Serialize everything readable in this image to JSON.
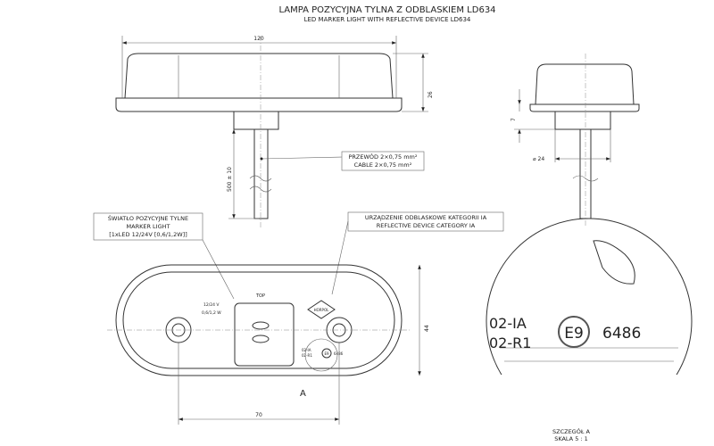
{
  "title": "LAMPA POZYCYJNA TYLNA Z ODBLASKIEM LD634",
  "subtitle": "LED MARKER LIGHT WITH REFLECTIVE DEVICE LD634",
  "dimensions": {
    "width_top": "120",
    "height_side": "26",
    "flange": "7",
    "stem_diameter": "⌀ 24",
    "cable_length": "500 ± 10",
    "height_front": "44",
    "hole_spacing": "70"
  },
  "callouts": {
    "cable": [
      "PRZEWÓD 2×0,75 mm²",
      "CABLE 2×0,75 mm²"
    ],
    "marker": [
      "ŚWIATŁO POZYCYJNE TYLNE",
      "MARKER LIGHT",
      "[1xLED 12/24V [0,6/1,2W]]"
    ],
    "reflector": [
      "URZĄDZENIE ODBLASKOWE KATEGORII IA",
      "REFLECTIVE DEVICE CATEGORY IA"
    ]
  },
  "lamp_markings": {
    "top": "TOP",
    "voltage": "12/24 V",
    "power": "0,6/1,2 W",
    "approval_1": "02-IA",
    "approval_2": "02-R1",
    "e_mark": "E9",
    "number": "6486",
    "logo": "HORPOL"
  },
  "detail": {
    "marker": "A",
    "approval_1": "02-IA",
    "approval_2": "02-R1",
    "e_mark": "E9",
    "number": "6486",
    "title": "SZCZEGÓŁ A",
    "scale": "SKALA 5 : 1"
  }
}
